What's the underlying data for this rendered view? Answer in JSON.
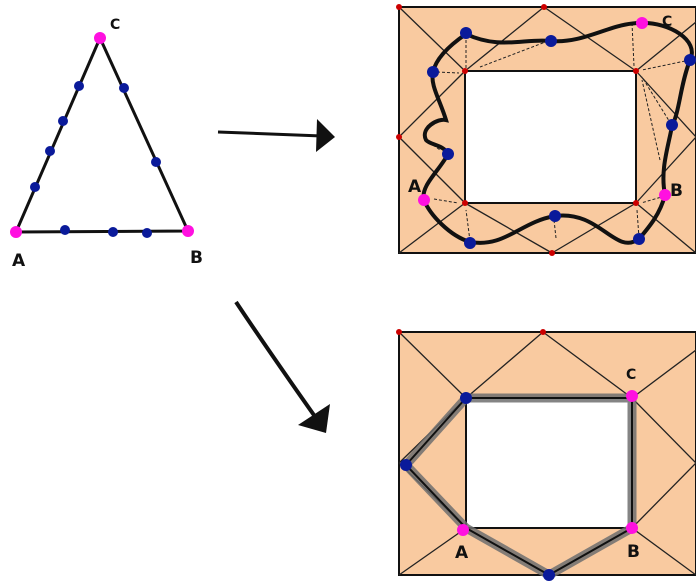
{
  "colors": {
    "background": "#ffffff",
    "panel_fill": "#f9caa0",
    "line": "#111111",
    "vertex_magenta": "#ff10e0",
    "vertex_blue": "#0a1a9a",
    "grid_node_red": "#cc0000",
    "path_shadow": "#6f6f6f"
  },
  "triangle": {
    "vertex_labels": {
      "a": "A",
      "b": "B",
      "c": "C"
    }
  },
  "top_panel": {
    "vertex_labels": {
      "a": "A",
      "b": "B",
      "c": "C"
    }
  },
  "bottom_panel": {
    "vertex_labels": {
      "a": "A",
      "b": "B",
      "c": "C"
    }
  }
}
